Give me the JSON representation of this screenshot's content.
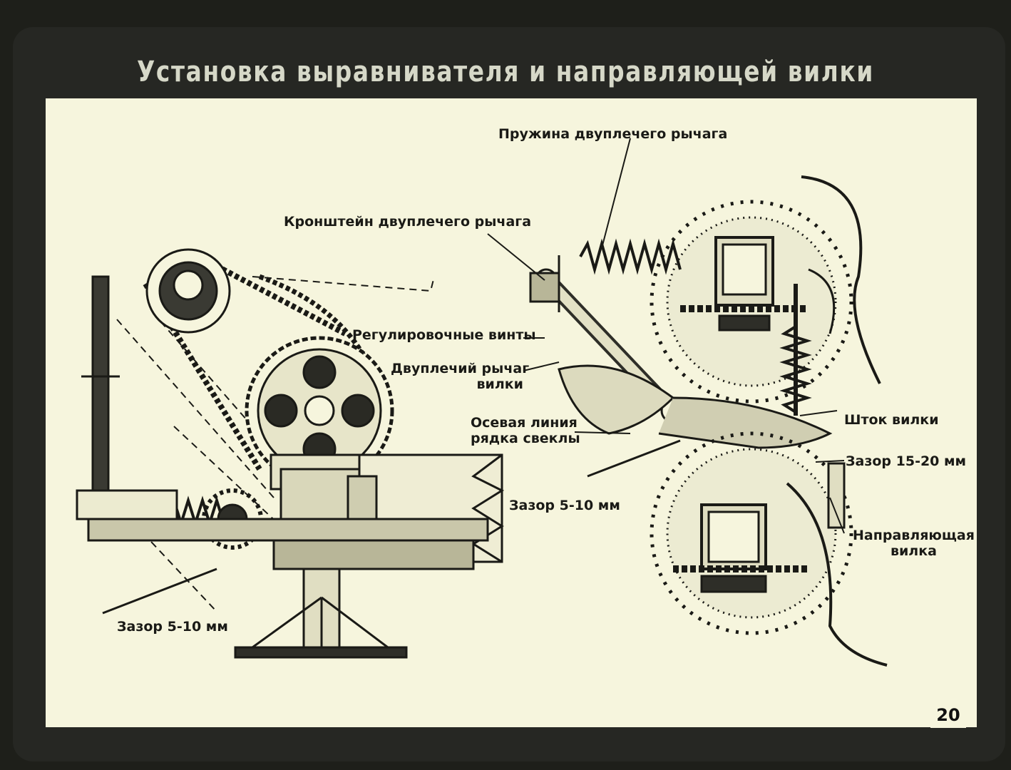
{
  "title": "Установка выравнивателя и направляющей вилки",
  "labels": {
    "spring": "Пружина двуплечего рычага",
    "bracket": "Кронштейн двуплечего рычага",
    "screws": "Регулировочные винты",
    "lever_1": "Двуплечий рычаг",
    "lever_2": "вилки",
    "axis_1": "Осевая линия",
    "axis_2": "рядка свеклы",
    "gap_mid": "Зазор 5-10 мм",
    "gap_left": "Зазор 5-10 мм",
    "rod": "Шток вилки",
    "gap_right": "Зазор 15-20 мм",
    "fork_1": "Направляющая",
    "fork_2": "вилка"
  },
  "page_number": "20",
  "colors": {
    "paper": "#f6f5dd",
    "ink": "#1a1a16",
    "frame": "#262723",
    "title": "#d6d8c8"
  }
}
